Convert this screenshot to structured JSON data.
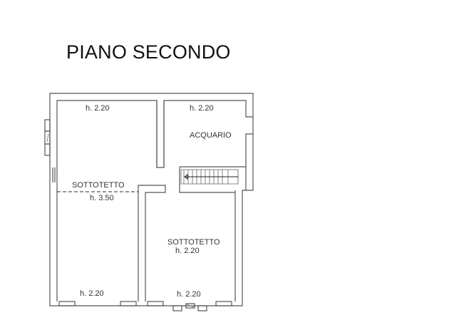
{
  "title": "PIANO SECONDO",
  "rooms": [
    {
      "id": "sottotetto-left",
      "name": "SOTTOTETTO",
      "heights": [
        "h. 2.20",
        "h. 3.50",
        "h. 2.20"
      ]
    },
    {
      "id": "acquario",
      "name": "ACQUARIO",
      "heights": [
        "h. 2.20"
      ]
    },
    {
      "id": "sottotetto-right",
      "name": "SOTTOTETTO",
      "heights": [
        "h. 2.20",
        "h. 2.20"
      ]
    }
  ],
  "labels": {
    "top_left_height": "h. 2.20",
    "top_right_height": "h. 2.20",
    "acquario": "ACQUARIO",
    "sottotetto_left": "SOTTOTETTO",
    "sottotetto_left_height": "h. 3.50",
    "sottotetto_right": "SOTTOTETTO",
    "sottotetto_right_height": "h. 2.20",
    "bottom_left_height": "h. 2.20",
    "bottom_right_height": "h. 2.20"
  },
  "colors": {
    "line": "#555555",
    "text": "#333333",
    "background": "#ffffff"
  }
}
